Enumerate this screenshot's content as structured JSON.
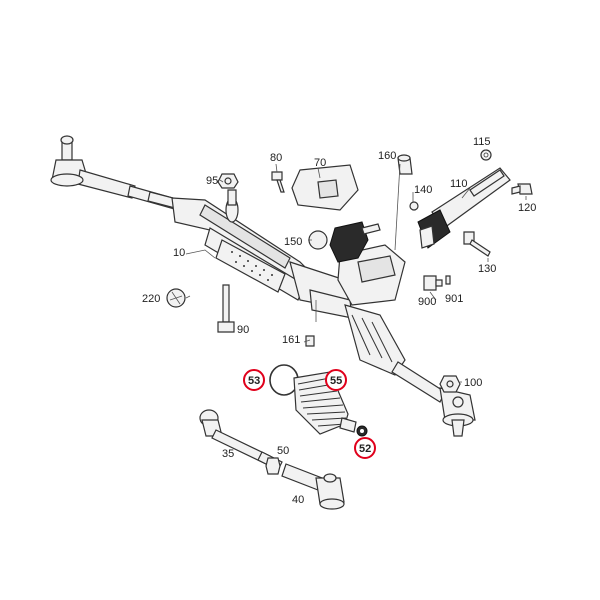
{
  "callouts": {
    "c10": "10",
    "c35": "35",
    "c40": "40",
    "c50": "50",
    "c52": "52",
    "c53": "53",
    "c55": "55",
    "c70": "70",
    "c80": "80",
    "c90": "90",
    "c95": "95",
    "c100": "100",
    "c110": "110",
    "c115": "115",
    "c120": "120",
    "c130": "130",
    "c140": "140",
    "c150": "150",
    "c160": "160",
    "c161": "161",
    "c220": "220",
    "c900": "900",
    "c901": "901"
  },
  "highlighted_callouts": [
    "52",
    "53",
    "55"
  ],
  "colors": {
    "highlight_ring": "#e0001b",
    "line_art": "#333333",
    "part_fill": "#f2f2f2"
  }
}
